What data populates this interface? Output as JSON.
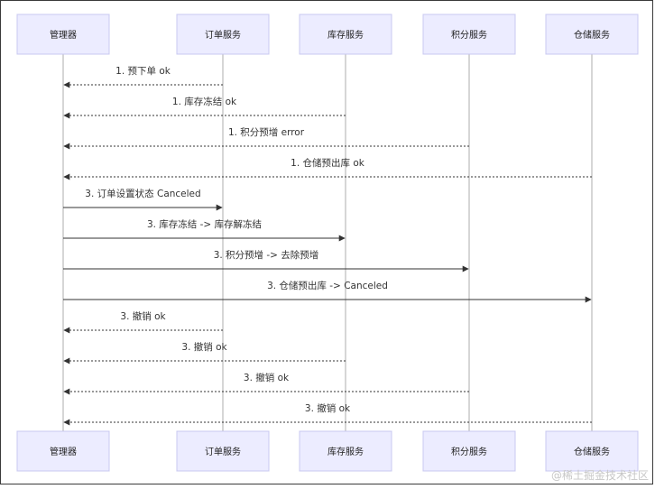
{
  "participants": [
    "管理器",
    "订单服务",
    "库存服务",
    "积分服务",
    "仓储服务"
  ],
  "messages": [
    {
      "from": 1,
      "to": 0,
      "label": "1. 预下单 ok",
      "style": "dashed"
    },
    {
      "from": 2,
      "to": 0,
      "label": "1. 库存冻结 ok",
      "style": "dashed"
    },
    {
      "from": 3,
      "to": 0,
      "label": "1. 积分预增 error",
      "style": "dashed"
    },
    {
      "from": 4,
      "to": 0,
      "label": "1. 仓储预出库 ok",
      "style": "dashed"
    },
    {
      "from": 0,
      "to": 1,
      "label": "3. 订单设置状态 Canceled",
      "style": "solid"
    },
    {
      "from": 0,
      "to": 2,
      "label": "3. 库存冻结 -> 库存解冻结",
      "style": "solid"
    },
    {
      "from": 0,
      "to": 3,
      "label": "3. 积分预增 -> 去除预增",
      "style": "solid"
    },
    {
      "from": 0,
      "to": 4,
      "label": "3. 仓储预出库 -> Canceled",
      "style": "solid"
    },
    {
      "from": 1,
      "to": 0,
      "label": "3. 撤销 ok",
      "style": "dashed"
    },
    {
      "from": 2,
      "to": 0,
      "label": "3. 撤销 ok",
      "style": "dashed"
    },
    {
      "from": 3,
      "to": 0,
      "label": "3. 撤销 ok",
      "style": "dashed"
    },
    {
      "from": 4,
      "to": 0,
      "label": "3. 撤销 ok",
      "style": "dashed"
    }
  ],
  "watermark": "@稀土掘金技术社区"
}
